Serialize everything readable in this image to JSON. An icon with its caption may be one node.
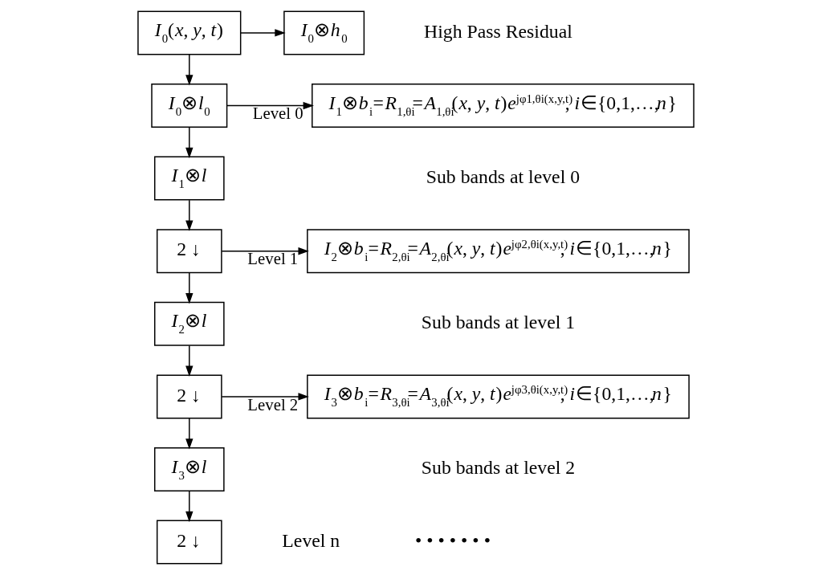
{
  "diagram": {
    "nodes": [
      {
        "text": [
          "*I*$_{0}$(*x*, *y*, *t*)"
        ]
      },
      {
        "text": [
          "*I*$_{0}$⊗*h*$_{0}$"
        ],
        "beside": [
          "High Pass Residual"
        ]
      },
      {
        "text": [
          "*I*$_{0}$⊗*l*$_{0}$"
        ]
      },
      {
        "text": [
          "*I*$_{1}$⊗*b*$_{i}$=*R*$_{1,θi}$=*A*$_{1,θi}$(*x*, *y*, *t*)*e*$^{jφ1,θi(x,y,t)}$, *i*∈{0,1,…,*n*}"
        ],
        "beside": [
          "Sub bands at level 0"
        ]
      },
      {
        "text": [
          "*I*$_{1}$⊗*l*"
        ]
      },
      {
        "text": [
          "2 ↓"
        ]
      },
      {
        "text": [
          "*I*$_{2}$⊗*b*$_{i}$=*R*$_{2,θi}$=*A*$_{2,θi}$(*x*, *y*, *t*)*e*$^{jφ2,θi(x,y,t)}$, *i*∈{0,1,…,*n*}"
        ],
        "beside": [
          "Sub bands at level 1"
        ]
      },
      {
        "text": [
          "*I*$_{2}$⊗*l*"
        ]
      },
      {
        "text": [
          "2 ↓"
        ]
      },
      {
        "text": [
          "*I*$_{3}$⊗*b*$_{i}$=*R*$_{3,θi}$=*A*$_{3,θi}$(*x*, *y*, *t*)*e*$^{jφ3,θi(x,y,t)}$, *i*∈{0,1,…,*n*}"
        ],
        "beside": [
          "Sub bands at level 2"
        ]
      },
      {
        "text": [
          "*I*$_{3}$⊗*l*"
        ]
      },
      {
        "text": [
          "2 ↓"
        ]
      }
    ],
    "edges": [
      {
        "from": 0,
        "to": 1,
        "arrow": "to"
      },
      {
        "from": 0,
        "to": 2,
        "arrow": "to"
      },
      {
        "from": 2,
        "to": 3,
        "arrow": "to",
        "label": "Level 0"
      },
      {
        "from": 2,
        "to": 4,
        "arrow": "to"
      },
      {
        "from": 4,
        "to": 5,
        "arrow": "to"
      },
      {
        "from": 5,
        "to": 6,
        "arrow": "to",
        "label": "Level 1"
      },
      {
        "from": 5,
        "to": 7,
        "arrow": "to"
      },
      {
        "from": 7,
        "to": 8,
        "arrow": "to"
      },
      {
        "from": 8,
        "to": 9,
        "arrow": "to",
        "label": "Level 2"
      },
      {
        "from": 8,
        "to": 10,
        "arrow": "to"
      },
      {
        "from": 10,
        "to": 11,
        "arrow": "to"
      }
    ],
    "labels": [
      "Level n",
      "• • • • • • •"
    ]
  }
}
